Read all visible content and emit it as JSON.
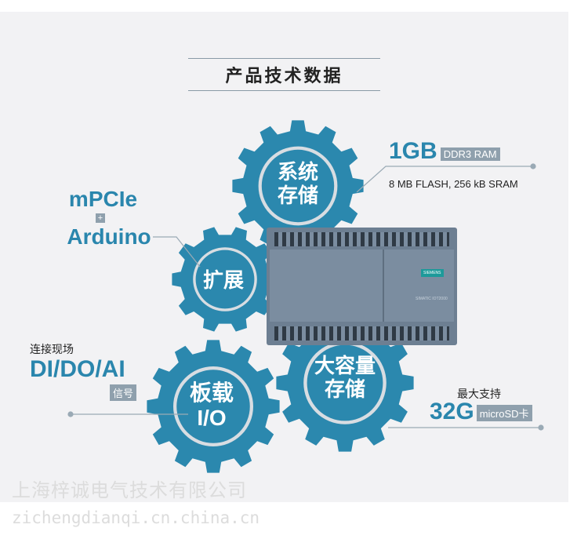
{
  "header": {
    "title": "产品技术数据"
  },
  "gears": {
    "memory": [
      "系统",
      "存储"
    ],
    "expansion": "扩展",
    "io": [
      "板载",
      "I/O"
    ],
    "storage": [
      "大容量",
      "存储"
    ]
  },
  "memory": {
    "size": "1GB",
    "type": "DDR3 RAM",
    "detail": "8 MB FLASH, 256 kB SRAM"
  },
  "expansion": {
    "line1": "mPCIe",
    "plus": "+",
    "line2": "Arduino"
  },
  "io": {
    "caption": "连接现场",
    "value": "DI/DO/AI",
    "tag": "信号"
  },
  "storage": {
    "caption": "最大支持",
    "value": "32G",
    "tag": "microSD卡"
  },
  "device": {
    "brand": "SIEMENS",
    "model": "SIMATIC IOT2000"
  },
  "watermark": {
    "company": "上海梓诚电气技术有限公司",
    "url": "zichengdianqi.cn.china.cn"
  },
  "colors": {
    "gear": "#2b88ae",
    "accent": "#2a86ad"
  }
}
